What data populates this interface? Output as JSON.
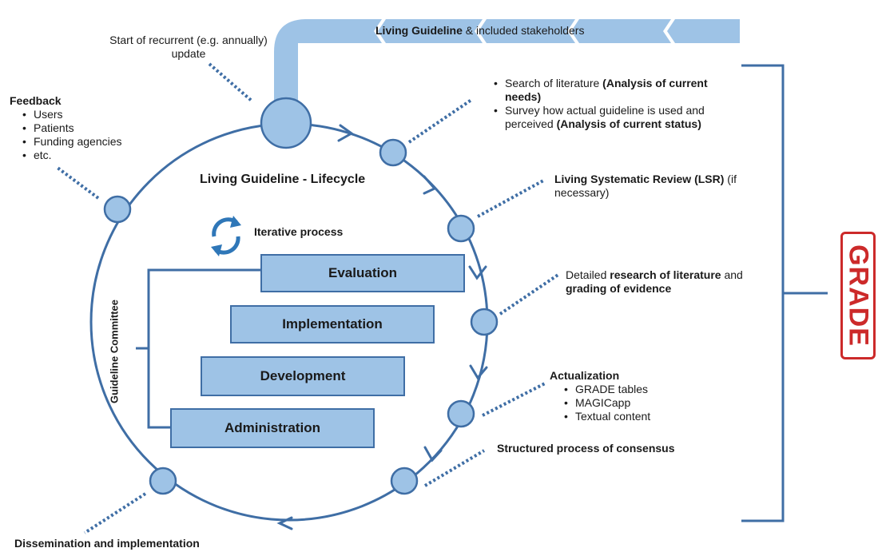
{
  "banner": {
    "bold": "Living Guideline",
    "rest": " & included stakeholders"
  },
  "start": {
    "line1": "Start of recurrent (e.g. annually)",
    "line2": "update"
  },
  "feedback": {
    "title": "Feedback",
    "items": [
      "Users",
      "Patients",
      "Funding agencies",
      "etc."
    ]
  },
  "cycle": {
    "title": "Living Guideline - Lifecycle",
    "iterative": "Iterative process"
  },
  "boxes": {
    "evaluation": "Evaluation",
    "implementation": "Implementation",
    "development": "Development",
    "administration": "Administration"
  },
  "committee": "Guideline Committee",
  "search": {
    "item1_plain": "Search of literature ",
    "item1_bold": "(Analysis of current needs)",
    "item2_plain": "Survey how actual guideline is used and perceived ",
    "item2_bold": "(Analysis of current status)"
  },
  "lsr": {
    "bold": "Living Systematic Review (LSR)",
    "rest": " (if necessary)"
  },
  "detailed": {
    "t1": "Detailed ",
    "b1": "research of literature",
    "t2": " and ",
    "b2": "grading of evidence"
  },
  "actualization": {
    "title": "Actualization",
    "items": [
      "GRADE tables",
      "MAGICapp",
      "Textual content"
    ]
  },
  "consensus": "Structured process of consensus",
  "dissemination": "Dissemination and implementation",
  "grade": "GRADE",
  "colors": {
    "circle": "#3f6ea5",
    "node_fill": "#9ec3e6",
    "band": "#9ec3e6",
    "dots": "#3f6ea5",
    "grade": "#cc2a2a"
  }
}
